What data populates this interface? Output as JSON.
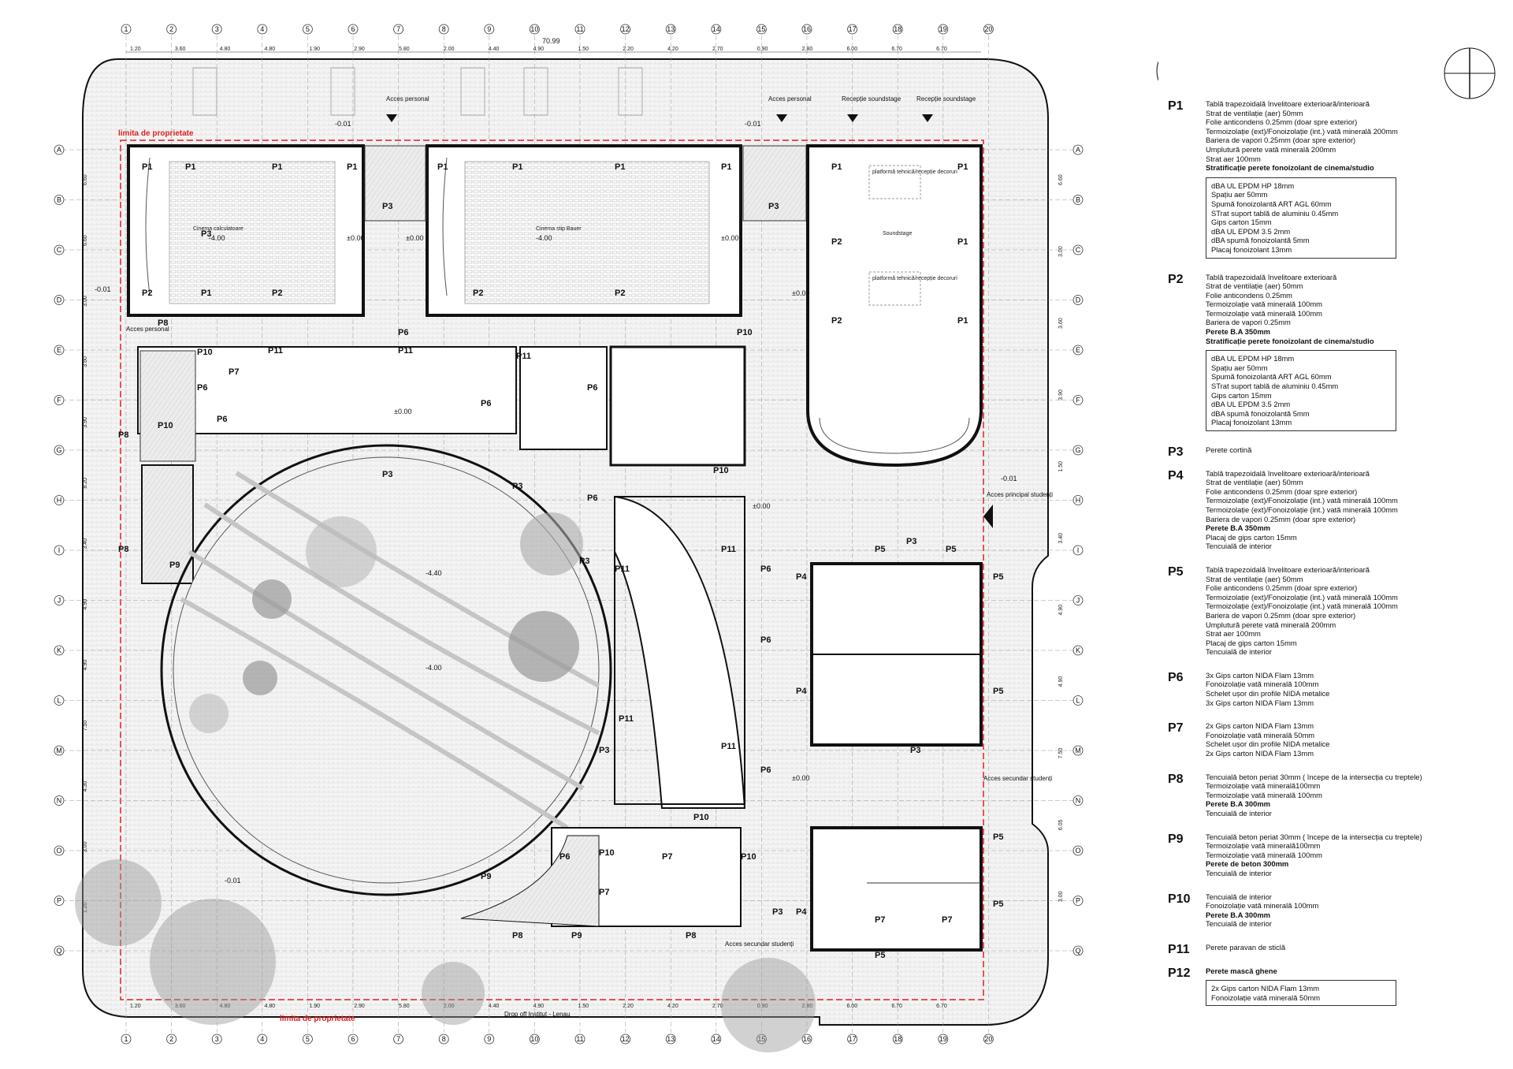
{
  "plan": {
    "property_limit": "limita de proprietate",
    "drop_off": "Drop off Institut - Lenau",
    "axis_numbers": [
      "1",
      "2",
      "3",
      "4",
      "5",
      "6",
      "7",
      "8",
      "9",
      "10",
      "11",
      "12",
      "13",
      "14",
      "15",
      "16",
      "17",
      "18",
      "19",
      "20"
    ],
    "axis_letters": [
      "A",
      "B",
      "C",
      "D",
      "E",
      "F",
      "G",
      "H",
      "I",
      "J",
      "K",
      "L",
      "M",
      "N",
      "O",
      "P",
      "Q"
    ],
    "top_dims": [
      "1.20",
      "3.60",
      "4.80",
      "4.80",
      "1.90",
      "2.90",
      "5.80",
      "2.00",
      "4.40",
      "4.90",
      "1.50",
      "2.20",
      "4.20",
      "2.70",
      "0.90",
      "2.80",
      "6.00",
      "6.70",
      "6.70"
    ],
    "total_top": "70.99",
    "left_dims": [
      "6.60",
      "6.60",
      "3.00",
      "3.60",
      "3.90",
      "8.20",
      "3.40",
      "4.90",
      "4.90",
      "7.50",
      "4.30",
      "3.00",
      "1.20"
    ],
    "right_dims": [
      "6.60",
      "3.00",
      "3.60",
      "3.90",
      "1.50",
      "3.40",
      "4.90",
      "4.90",
      "7.50",
      "6.05",
      "3.00"
    ],
    "accesses": {
      "personal_1": "Acces personal",
      "personal_2": "Acces personal",
      "reception_1": "Recepție soundstage",
      "reception_2": "Recepție soundstage",
      "personal_side": "Acces personal",
      "main": "Acces principal studenți",
      "secondary_1": "Acces secundar studenți",
      "secondary_2": "Acces secundar studenți"
    },
    "rooms": {
      "cinema_1": "Cinema calculatoare",
      "cinema_2": "Cinema stip Bauer",
      "soundstage": "Soundstage",
      "platform_1": "platformă tehnică/recepție decoruri",
      "platform_2": "platformă tehnică/recepție decoruri"
    },
    "levels": {
      "lv1": "-0.01",
      "lv2": "-0.01",
      "lv3": "-4.00",
      "lv4": "±0.00",
      "lv5": "±0.00",
      "lv6": "-4.00",
      "lv7": "±0.00",
      "lv8": "±0.00",
      "lv9": "±0.00",
      "lv10": "-4.40",
      "lv11": "-4.00",
      "lv12": "±0.00",
      "lv13": "-0.01",
      "lv14": "-0.01",
      "lv15": "-0.01",
      "lv16": "±0.00"
    }
  },
  "legend": [
    {
      "code": "P1",
      "lines": [
        "Tablă trapezoidală învelitoare exterioară/interioară",
        "Strat de ventilație (aer) 50mm",
        "Folie anticondens 0.25mm (doar spre exterior)",
        "Termoizolație (ext)/Fonoizolație (int.) vată minerală 200mm",
        "Bariera de vapori 0.25mm (doar spre exterior)",
        "Umplutură perete vată minerală 200mm",
        "Strat aer 100mm"
      ],
      "bold": [
        "Stratificație perete fonoizolant de cinema/studio"
      ],
      "box": [
        "dBA UL EPDM HP 18mm",
        "Spațiu aer 50mm",
        "Spumă fonoizolantă ART AGL 60mm",
        "STrat suport tablă de aluminiu 0.45mm",
        "Gips carton 15mm",
        "dBA UL EPDM 3.5 2mm",
        "dBA spumă fonoizolantă 5mm",
        "Placaj fonoizolant 13mm"
      ]
    },
    {
      "code": "P2",
      "lines": [
        "Tablă trapezoidală învelitoare exterioară",
        "Strat de ventilație (aer) 50mm",
        "Folie anticondens 0.25mm",
        "Termoizolație vată minerală 100mm",
        "Termoizolație vată minerală 100mm",
        "Bariera de vapori 0.25mm"
      ],
      "bold": [
        "Perete B.A 350mm",
        "Stratificație perete fonoizolant de cinema/studio"
      ],
      "box": [
        "dBA UL EPDM HP 18mm",
        "Spațiu aer 50mm",
        "Spumă fonoizolantă ART AGL 60mm",
        "STrat suport tablă de aluminiu 0.45mm",
        "Gips carton 15mm",
        "dBA UL EPDM 3.5 2mm",
        "dBA spumă fonoizolantă 5mm",
        "Placaj fonoizolant 13mm"
      ]
    },
    {
      "code": "P3",
      "lines": [
        "Perete cortină"
      ],
      "bold": [],
      "box": []
    },
    {
      "code": "P4",
      "lines": [
        "Tablă trapezoidală învelitoare exterioară/interioară",
        "Strat de ventilație (aer) 50mm",
        "Folie anticondens 0.25mm (doar spre exterior)",
        "Termoizolație (ext)/Fonoizolație (int.) vată minerală 100mm",
        "Termoizolație (ext)/Fonoizolație (int.) vată minerală 100mm",
        "Bariera de vapori 0.25mm (doar spre exterior)"
      ],
      "bold": [
        "Perete B.A 350mm"
      ],
      "after": [
        "Placaj de gips carton 15mm",
        "Tencuială de interior"
      ],
      "box": []
    },
    {
      "code": "P5",
      "lines": [
        "Tablă trapezoidală învelitoare exterioară/interioară",
        "Strat de ventilație (aer) 50mm",
        "Folie anticondens 0.25mm (doar spre exterior)",
        "Termoizolație (ext)/Fonoizolație (int.) vată minerală 100mm",
        "Termoizolație (ext)/Fonoizolație (int.) vată minerală 100mm",
        "Bariera de vapori 0.25mm (doar spre exterior)",
        "Umplutură perete vată minerală 200mm",
        "Strat aer 100mm",
        "Placaj de gips carton 15mm",
        "Tencuială de interior"
      ],
      "bold": [],
      "box": []
    },
    {
      "code": "P6",
      "lines": [
        "3x Gips carton NIDA Flam 13mm",
        "Fonoizolație vată minerală 100mm",
        "Schelet ușor din profile NIDA metalice",
        "3x Gips carton NIDA Flam 13mm"
      ],
      "bold": [],
      "box": []
    },
    {
      "code": "P7",
      "lines": [
        "2x Gips carton NIDA Flam 13mm",
        "Fonoizolație vată minerală 50mm",
        "Schelet ușor din profile NIDA metalice",
        "2x Gips carton NIDA Flam 13mm"
      ],
      "bold": [],
      "box": []
    },
    {
      "code": "P8",
      "lines": [
        "Tencuială beton periat 30mm ( începe de la intersecția cu treptele)",
        "Termoizolație vată minerală100mm",
        "Termoizolație vată minerală 100mm"
      ],
      "bold": [
        "Perete B.A 300mm"
      ],
      "after": [
        "Tencuială de interior"
      ],
      "box": []
    },
    {
      "code": "P9",
      "lines": [
        "Tencuială beton periat 30mm ( începe de la intersecția cu treptele)",
        "Termoizolație vată minerală100mm",
        "Termoizolație vată minerală 100mm"
      ],
      "bold": [
        "Perete de beton 300mm"
      ],
      "after": [
        "Tencuială de interior"
      ],
      "box": []
    },
    {
      "code": "P10",
      "lines": [
        "Tencuială de interior",
        "Fonoizolație vată minerală 100mm"
      ],
      "bold": [
        "Perete B.A 300mm"
      ],
      "after": [
        "Tencuială de interior"
      ],
      "box": []
    },
    {
      "code": "P11",
      "lines": [
        "Perete paravan de sticlă"
      ],
      "bold": [],
      "box": []
    },
    {
      "code": "P12",
      "lines": [],
      "bold": [
        "Perete mască ghene"
      ],
      "box": [
        "2x Gips carton NIDA Flam 13mm",
        "Fonoizolație vată minerală 50mm"
      ]
    }
  ],
  "wall_tags": [
    "P1",
    "P2",
    "P3",
    "P4",
    "P5",
    "P6",
    "P7",
    "P8",
    "P9",
    "P10",
    "P11"
  ]
}
